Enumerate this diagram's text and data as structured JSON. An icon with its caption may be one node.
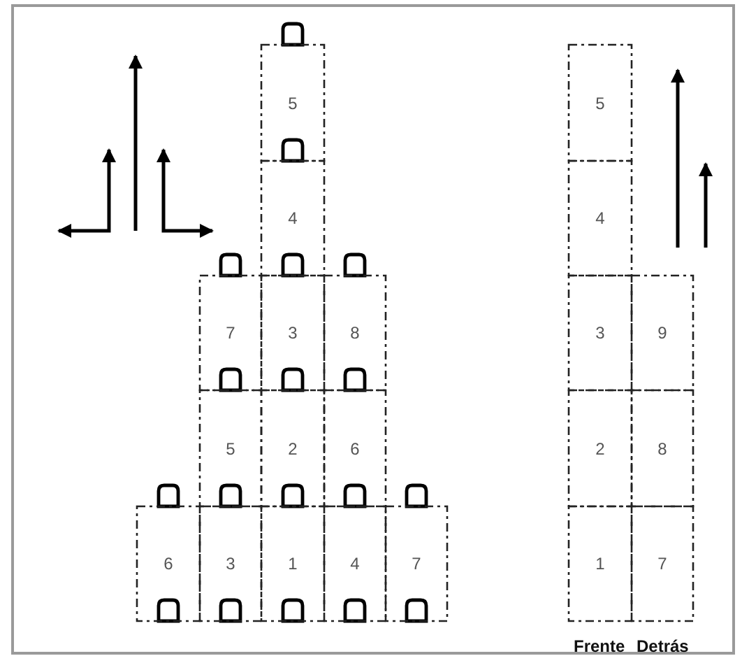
{
  "diagram": {
    "nodes": [
      {
        "text": [
          "5"
        ]
      },
      {
        "text": [
          "4"
        ]
      },
      {
        "text": [
          "7"
        ]
      },
      {
        "text": [
          "3"
        ]
      },
      {
        "text": [
          "8"
        ]
      },
      {
        "text": [
          "5"
        ]
      },
      {
        "text": [
          "2"
        ]
      },
      {
        "text": [
          "6"
        ]
      },
      {
        "text": [
          "6"
        ]
      },
      {
        "text": [
          "3"
        ]
      },
      {
        "text": [
          "1"
        ]
      },
      {
        "text": [
          "4"
        ]
      },
      {
        "text": [
          "7"
        ]
      },
      {
        "text": [
          "5"
        ]
      },
      {
        "text": [
          "4"
        ]
      },
      {
        "text": [
          "3"
        ]
      },
      {
        "text": [
          "9"
        ]
      },
      {
        "text": [
          "2"
        ]
      },
      {
        "text": [
          "8"
        ]
      },
      {
        "text": [
          "1"
        ]
      },
      {
        "text": [
          "7"
        ]
      }
    ],
    "labels": [
      "Frente",
      "Detrás"
    ]
  }
}
